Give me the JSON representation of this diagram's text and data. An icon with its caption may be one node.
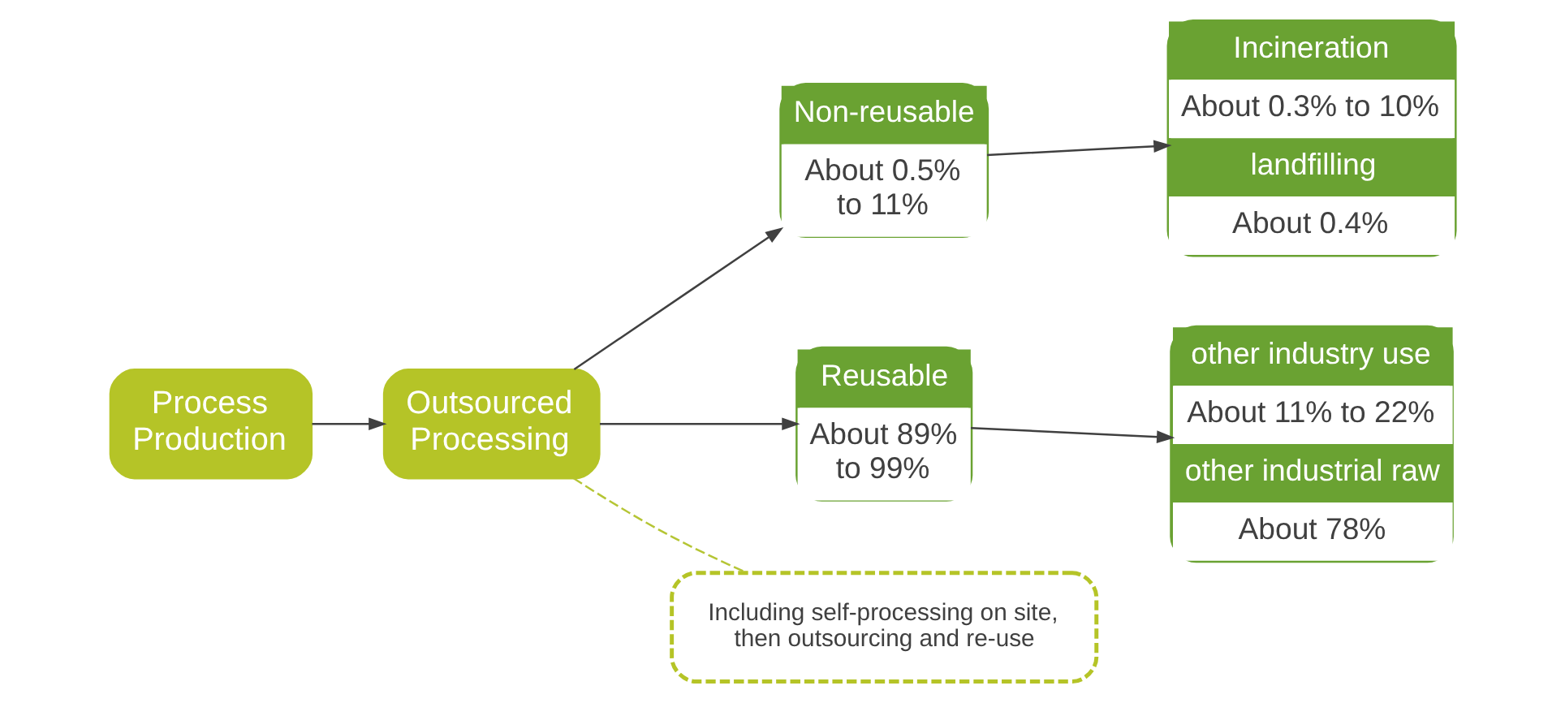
{
  "diagram": {
    "nodes": [
      {
        "text": [
          "Process Production"
        ]
      },
      {
        "text": [
          "Outsourced Processing"
        ]
      },
      {
        "text": [
          "Non-reusable",
          "About 0.5% to 11%"
        ]
      },
      {
        "text": [
          "Reusable",
          "About 89% to 99%"
        ]
      },
      {
        "text": [
          "Incineration",
          "About 0.3% to 10%",
          "landfilling",
          "About 0.4%"
        ]
      },
      {
        "text": [
          "other industry use",
          "About 11% to 22%",
          "other industrial raw",
          "About 78%"
        ]
      },
      {
        "text": [
          "Including self-processing on site, then outsourcing and re-use"
        ]
      }
    ],
    "edges": [
      {
        "from": 0,
        "to": 1,
        "arrow": "to"
      },
      {
        "from": 1,
        "to": 2,
        "arrow": "to"
      },
      {
        "from": 1,
        "to": 3,
        "arrow": "to"
      },
      {
        "from": 2,
        "to": 4,
        "arrow": "to"
      },
      {
        "from": 3,
        "to": 5,
        "arrow": "to"
      },
      {
        "from": 1,
        "to": 6,
        "arrow": "none",
        "style": "dashed",
        "color": "#b5c534"
      }
    ]
  }
}
